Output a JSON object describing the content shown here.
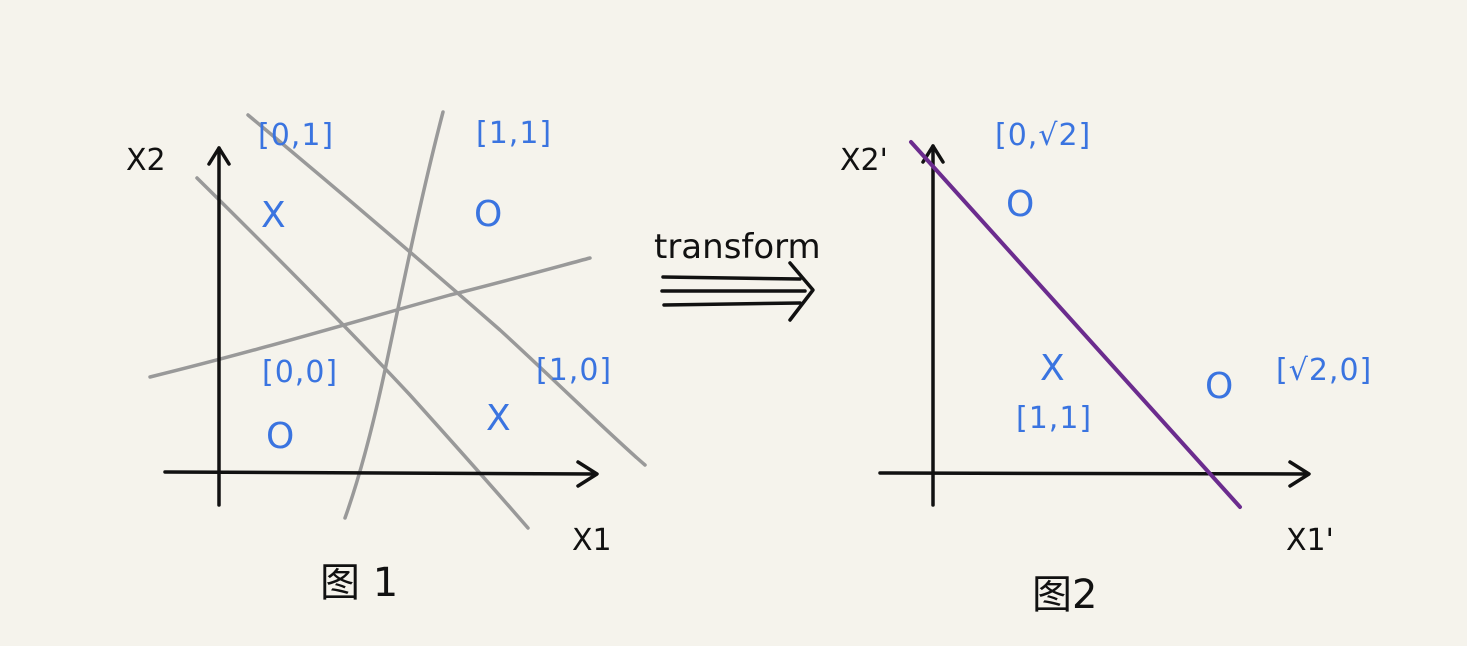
{
  "colors": {
    "background": "#f5f3ec",
    "ink": "#111111",
    "points": "#3a74e0",
    "failed_lines": "#999999",
    "separator": "#6b2c8e"
  },
  "figure1": {
    "caption": "图 1",
    "x_axis_label": "X1",
    "y_axis_label": "X2",
    "points": [
      {
        "coord": "[0,1]",
        "class_symbol": "X"
      },
      {
        "coord": "[1,1]",
        "class_symbol": "O"
      },
      {
        "coord": "[0,0]",
        "class_symbol": "O"
      },
      {
        "coord": "[1,0]",
        "class_symbol": "X"
      }
    ]
  },
  "transform": {
    "label": "transform"
  },
  "figure2": {
    "caption": "图2",
    "x_axis_label": "X1'",
    "y_axis_label": "X2'",
    "points": [
      {
        "coord": "[0,√2]",
        "class_symbol": "O"
      },
      {
        "coord": "[1,1]",
        "class_symbol": "X"
      },
      {
        "coord": "[√2,0]",
        "class_symbol": "O"
      }
    ]
  }
}
